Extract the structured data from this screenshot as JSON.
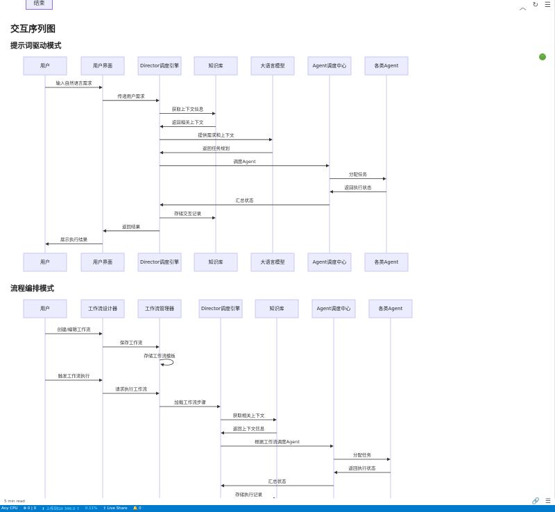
{
  "top": {
    "end_box_label": "结束",
    "collapse_icon": "chevron-up",
    "refresh_icon": "refresh",
    "menu_icon": "hamburger"
  },
  "doc": {
    "title": "交互序列图"
  },
  "badge": {
    "text": "···"
  },
  "diagrams": [
    {
      "section_title": "提示词驱动模式",
      "participants": [
        "用户",
        "用户界面",
        "Director调度引擎",
        "知识库",
        "大语言模型",
        "Agent调度中心",
        "各类Agent"
      ],
      "messages": [
        {
          "from": 0,
          "to": 1,
          "text": "输入自然语言需求"
        },
        {
          "from": 1,
          "to": 2,
          "text": "传递用户需求"
        },
        {
          "from": 2,
          "to": 3,
          "text": "获取上下文信息"
        },
        {
          "from": 3,
          "to": 2,
          "text": "返回相关上下文"
        },
        {
          "from": 2,
          "to": 4,
          "text": "提供需求和上下文"
        },
        {
          "from": 4,
          "to": 2,
          "text": "返回任务规划"
        },
        {
          "from": 2,
          "to": 5,
          "text": "调度Agent"
        },
        {
          "from": 5,
          "to": 6,
          "text": "分配任务"
        },
        {
          "from": 6,
          "to": 5,
          "text": "返回执行状态"
        },
        {
          "from": 5,
          "to": 2,
          "text": "汇总状态"
        },
        {
          "from": 2,
          "to": 3,
          "text": "存储交互记录"
        },
        {
          "from": 2,
          "to": 1,
          "text": "返回结果"
        },
        {
          "from": 1,
          "to": 0,
          "text": "展示执行结果"
        }
      ],
      "show_footer_participants": true
    },
    {
      "section_title": "流程编排模式",
      "participants": [
        "用户",
        "工作流设计器",
        "工作流管理器",
        "Director调度引擎",
        "知识库",
        "Agent调度中心",
        "各类Agent"
      ],
      "messages": [
        {
          "from": 0,
          "to": 1,
          "text": "创建/编辑工作流"
        },
        {
          "from": 1,
          "to": 2,
          "text": "保存工作流"
        },
        {
          "from": 2,
          "to": 2,
          "text": "存储工作流模板"
        },
        {
          "from": 0,
          "to": 1,
          "text": "触发工作流执行"
        },
        {
          "from": 1,
          "to": 2,
          "text": "请求执行工作流"
        },
        {
          "from": 2,
          "to": 3,
          "text": "加载工作流步骤"
        },
        {
          "from": 3,
          "to": 4,
          "text": "获取相关上下文"
        },
        {
          "from": 4,
          "to": 3,
          "text": "返回上下文信息"
        },
        {
          "from": 3,
          "to": 5,
          "text": "根据工作流调度Agent"
        },
        {
          "from": 5,
          "to": 6,
          "text": "分配任务"
        },
        {
          "from": 6,
          "to": 5,
          "text": "返回执行状态"
        },
        {
          "from": 5,
          "to": 3,
          "text": "汇总状态"
        },
        {
          "from": 3,
          "to": 4,
          "text": "存储执行记录"
        }
      ],
      "show_footer_participants": false
    }
  ],
  "footer": {
    "read_time": "5 min read",
    "link_icon": "link",
    "list_icon": "list"
  },
  "statusbar": {
    "cpu": "Any CPU",
    "errors": "0 | 0",
    "git": "上传到Git",
    "info1": "346.0 ↑",
    "info2": "0.11%",
    "live_share": "Live Share",
    "count": "0"
  }
}
